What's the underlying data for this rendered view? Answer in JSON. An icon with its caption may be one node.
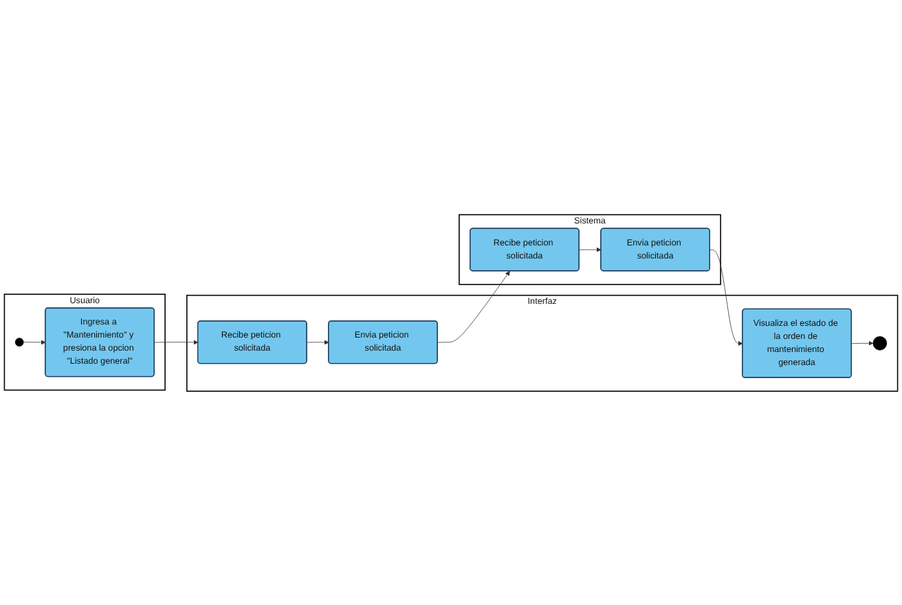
{
  "diagram": {
    "nodes": [
      {
        "text": [
          "Usuario"
        ]
      },
      {
        "text": [],
        "shape": "circle",
        "in": 0
      },
      {
        "text": [
          "Ingresa a \"Mantenimiento\" y presiona la opcion \"Listado general\""
        ],
        "in": 0
      },
      {
        "text": [
          "Interfaz"
        ]
      },
      {
        "text": [
          "Recibe peticion solicitada"
        ],
        "in": 3
      },
      {
        "text": [
          "Envia peticion solicitada"
        ],
        "in": 3
      },
      {
        "text": [
          "Visualiza el estado de la orden de mantenimiento generada"
        ],
        "in": 3
      },
      {
        "text": [],
        "shape": "bullseye",
        "in": 3
      },
      {
        "text": [
          "Sistema"
        ]
      },
      {
        "text": [
          "Recibe peticion solicitada"
        ],
        "in": 8
      },
      {
        "text": [
          "Envia peticion solicitada"
        ],
        "in": 8
      }
    ],
    "edges": [
      {
        "from": 1,
        "to": 2,
        "arrow": "to"
      },
      {
        "from": 2,
        "to": 4,
        "arrow": "to"
      },
      {
        "from": 4,
        "to": 5,
        "arrow": "to"
      },
      {
        "from": 5,
        "to": 9,
        "arrow": "to"
      },
      {
        "from": 9,
        "to": 10,
        "arrow": "to"
      },
      {
        "from": 10,
        "to": 6,
        "arrow": "to"
      },
      {
        "from": 6,
        "to": 7,
        "arrow": "to"
      }
    ]
  }
}
